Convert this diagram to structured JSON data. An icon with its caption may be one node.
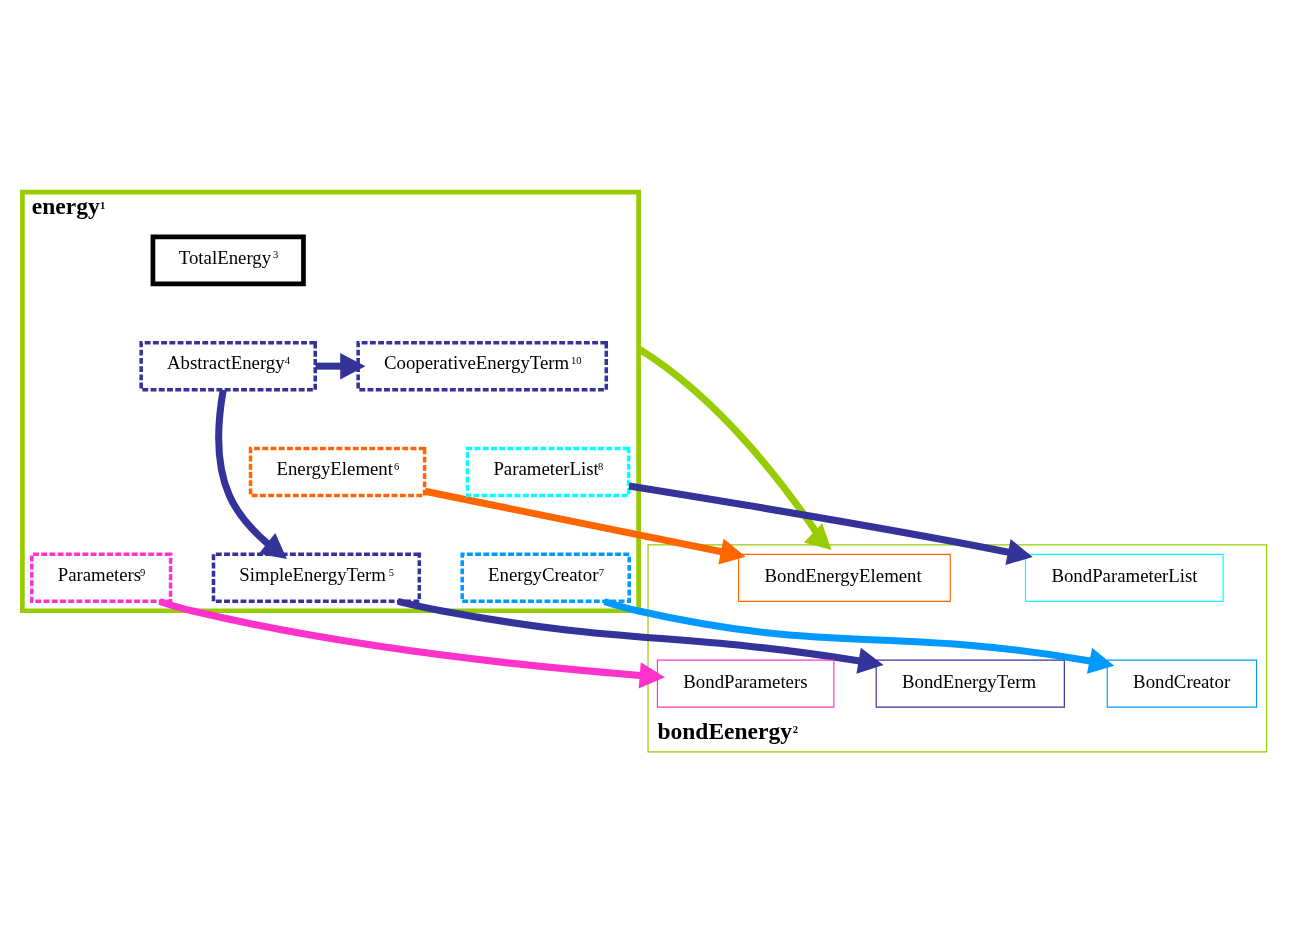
{
  "diagram": {
    "nodes": [
      {
        "text": [
          "energy$^{1}$"
        ]
      },
      {
        "text": [
          "bondEenergy$^{2}$"
        ]
      },
      {
        "text": [
          "TotalEnergy$^{3}$"
        ],
        "in": 0
      },
      {
        "text": [
          "AbstractEnergy$^{4}$"
        ],
        "in": 0
      },
      {
        "text": [
          "CooperativeEnergyTerm$^{10}$"
        ],
        "in": 0
      },
      {
        "text": [
          "EnergyElement$^{6}$"
        ],
        "in": 0
      },
      {
        "text": [
          "ParameterList$^{8}$"
        ],
        "in": 0
      },
      {
        "text": [
          "SimpleEnergyTerm$^{5}$"
        ],
        "in": 0
      },
      {
        "text": [
          "EnergyCreator$^{7}$"
        ],
        "in": 0
      },
      {
        "text": [
          "Parameters$^{9}$"
        ],
        "in": 0
      },
      {
        "text": [
          "BondEnergyElement"
        ],
        "in": 1
      },
      {
        "text": [
          "BondParameterList"
        ],
        "in": 1
      },
      {
        "text": [
          "BondEnergyTerm"
        ],
        "in": 1
      },
      {
        "text": [
          "BondCreator"
        ],
        "in": 1
      },
      {
        "text": [
          "BondParameters"
        ],
        "in": 1
      }
    ],
    "edges": [
      {
        "from": 3,
        "to": 4,
        "arrow": "to"
      },
      {
        "from": 3,
        "to": 7,
        "arrow": "to"
      },
      {
        "from": 5,
        "to": 10,
        "arrow": "to",
        "color": "#ff6600"
      },
      {
        "from": 6,
        "to": 11,
        "arrow": "to"
      },
      {
        "from": 7,
        "to": 12,
        "arrow": "to"
      },
      {
        "from": 8,
        "to": 13,
        "arrow": "to",
        "color": "#0099ff"
      },
      {
        "from": 9,
        "to": 14,
        "arrow": "to",
        "color": "#ff33cc"
      },
      {
        "from": 0,
        "to": 1,
        "arrow": "to",
        "color": "#99cc00"
      }
    ]
  }
}
